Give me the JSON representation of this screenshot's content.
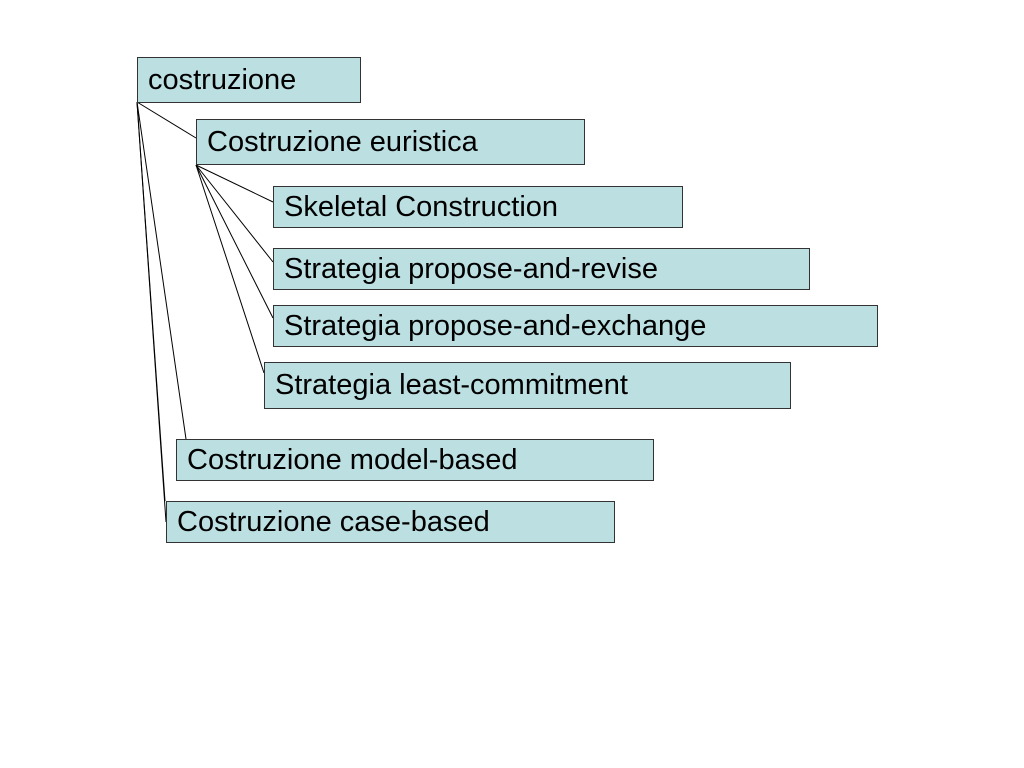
{
  "diagram": {
    "root": {
      "label": "costruzione"
    },
    "heuristic": {
      "label": "Costruzione euristica"
    },
    "skeletal": {
      "label": "Skeletal Construction"
    },
    "propose_revise": {
      "label": "Strategia propose-and-revise"
    },
    "propose_exchange": {
      "label": "Strategia propose-and-exchange"
    },
    "least_commitment": {
      "label": "Strategia least-commitment"
    },
    "model_based": {
      "label": "Costruzione model-based"
    },
    "case_based": {
      "label": "Costruzione case-based"
    }
  },
  "colors": {
    "node_fill": "#bcdfe2",
    "node_border": "#333333",
    "connector": "#000000"
  }
}
